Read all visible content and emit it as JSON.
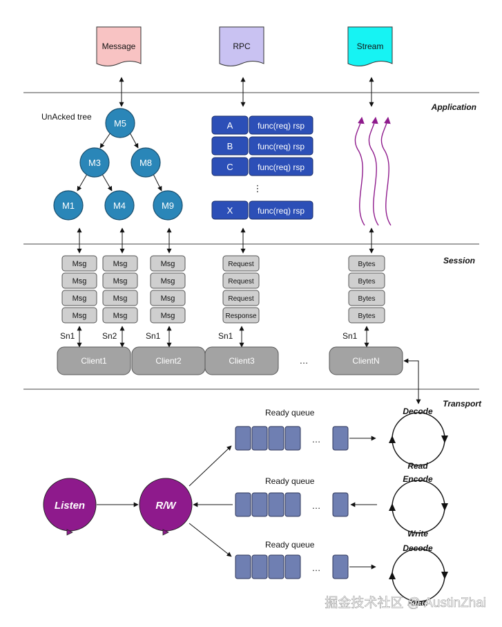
{
  "top": {
    "message": "Message",
    "rpc": "RPC",
    "stream": "Stream"
  },
  "layers": {
    "application": "Application",
    "session": "Session",
    "transport": "Transport"
  },
  "tree": {
    "title": "UnAcked tree",
    "nodes": [
      "M5",
      "M3",
      "M8",
      "M1",
      "M4",
      "M9"
    ]
  },
  "rpc_table": {
    "keys": [
      "A",
      "B",
      "C",
      "X"
    ],
    "value": "func(req) rsp",
    "ellipsis": "⋮"
  },
  "session": {
    "msg_label": "Msg",
    "rpc_stack": [
      "Request",
      "Request",
      "Request",
      "Response"
    ],
    "bytes_label": "Bytes",
    "sn_labels": [
      "Sn1",
      "Sn2",
      "Sn1",
      "Sn1",
      "Sn1"
    ],
    "clients": [
      "Client1",
      "Client2",
      "Client3",
      "ClientN"
    ],
    "ellipsis": "…"
  },
  "transport": {
    "listen": "Listen",
    "rw": "R/W",
    "queue_label": "Ready queue",
    "queue_ellipsis": "…",
    "cycles": [
      {
        "top": "Decode",
        "bottom": "Read"
      },
      {
        "top": "Encode",
        "bottom": "Write"
      },
      {
        "top": "Decode",
        "bottom": "Read"
      }
    ]
  },
  "watermark": "掘金技术社区 @ AustinZhai",
  "colors": {
    "message": "#f8c3c3",
    "rpc": "#c9c2f2",
    "stream": "#16f3f3",
    "tree_node": "#2a86b8",
    "rpc_cell": "#2c4fb7",
    "session_box": "#cfcfcf",
    "client": "#a3a3a3",
    "queue": "#6f7fb2",
    "purple": "#8e1a8c"
  }
}
